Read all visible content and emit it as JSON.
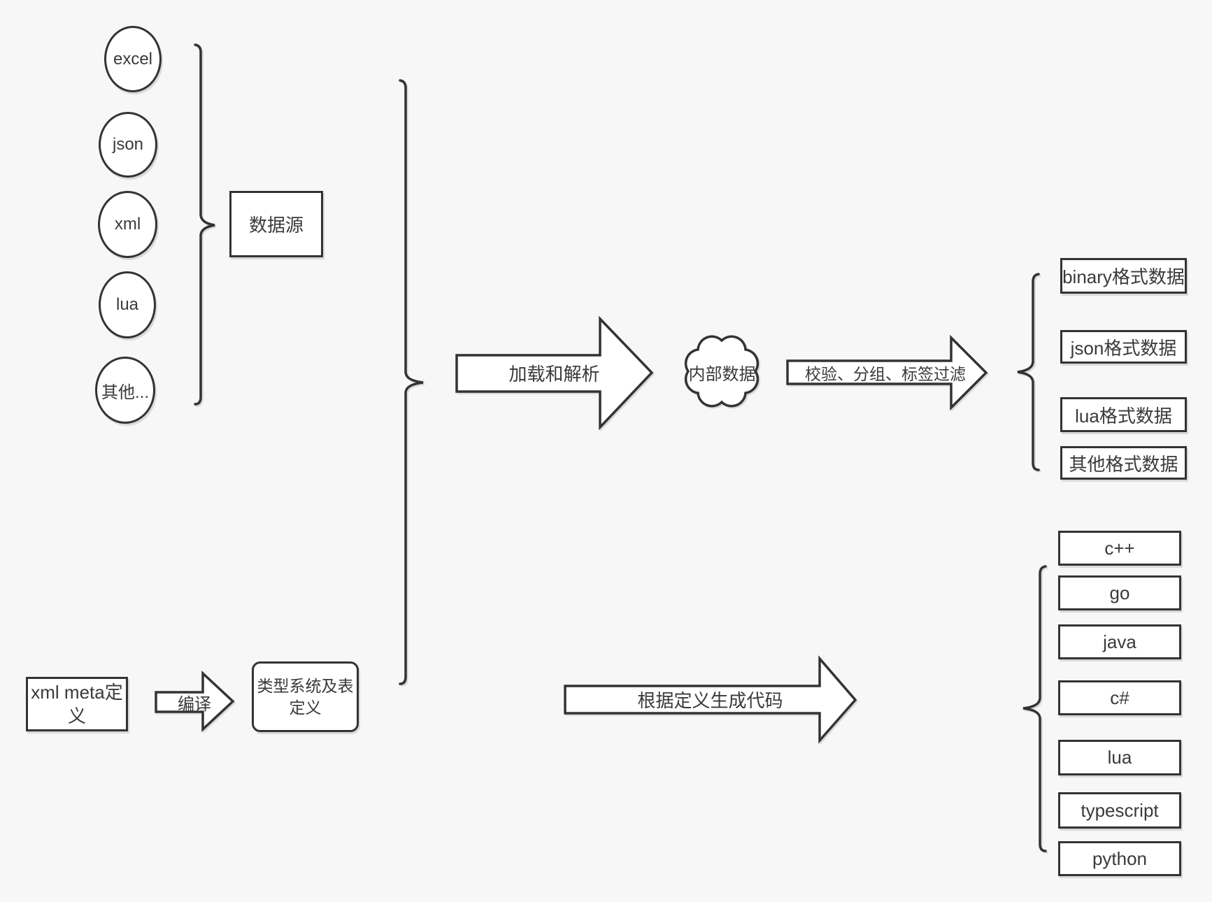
{
  "diagram": {
    "sources": {
      "items": [
        "excel",
        "json",
        "xml",
        "lua",
        "其他..."
      ],
      "group_label": "数据源"
    },
    "arrows": {
      "load_parse": "加载和解析",
      "filter": "校验、分组、标签过滤",
      "compile": "编译",
      "codegen": "根据定义生成代码"
    },
    "internal_data_label": "内部数据",
    "output_formats": [
      "binary格式数据",
      "json格式数据",
      "lua格式数据",
      "其他格式数据"
    ],
    "languages": [
      "c++",
      "go",
      "java",
      "c#",
      "lua",
      "typescript",
      "python"
    ],
    "definitions": {
      "xml_meta": "xml meta定义",
      "type_system": "类型系统及表定义"
    },
    "colors": {
      "background": "#f7f7f7",
      "stroke": "#333333",
      "node_fill": "#ffffff",
      "text": "#3a3a3a"
    }
  }
}
